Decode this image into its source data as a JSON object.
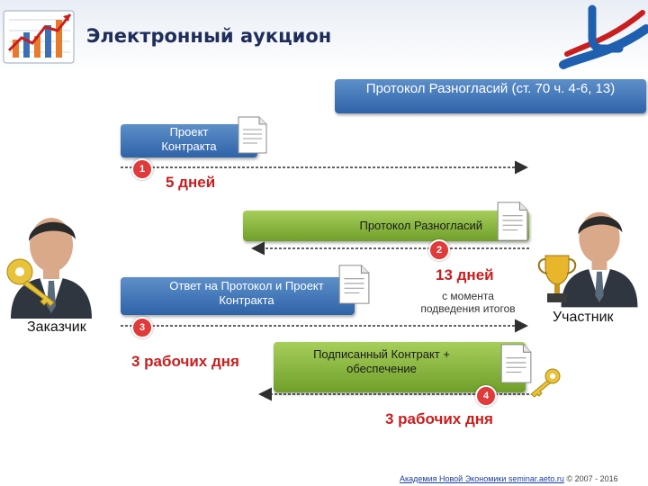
{
  "title": "Электронный аукцион",
  "steps": {
    "protocol_top": "Протокол Разногласий (ст. 70 ч. 4-6, 13)",
    "draft_contract": "Проект Контракта",
    "protocol_disagreements": "Протокол Разногласий",
    "answer": "Ответ на Протокол и Проект Контракта",
    "signed": "Подписанный Контракт + обеспечение"
  },
  "numbers": [
    "1",
    "2",
    "3",
    "4"
  ],
  "durations": {
    "d1": "5 дней",
    "d2": "13 дней",
    "d2_sub": "с момента подведения итогов",
    "d3": "3 рабочих дня",
    "d4": "3 рабочих дня"
  },
  "actors": {
    "customer": "Заказчик",
    "participant": "Участник"
  },
  "footer": {
    "org": "Академия Новой Экономики ",
    "link": "seminar.aeto.ru",
    "copy": " © 2007 - 2016"
  },
  "colors": {
    "accent_blue": "#2f63a8",
    "accent_green": "#6f9f2a",
    "accent_red": "#c81e1e"
  },
  "icons": [
    "chart-logo-icon",
    "swoosh-logo-icon",
    "document-icon",
    "person-icon",
    "key-icon",
    "trophy-icon"
  ]
}
